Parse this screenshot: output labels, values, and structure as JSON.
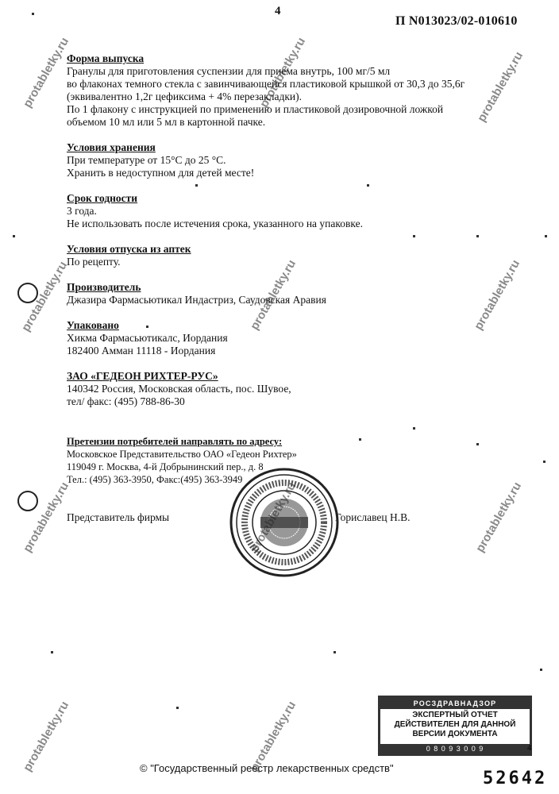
{
  "header": {
    "page_number": "4",
    "registration_number": "П N013023/02-010610"
  },
  "sections": [
    {
      "heading": "Форма выпуска",
      "lines": [
        "Гранулы для приготовления суспензии для приема внутрь, 100 мг/5 мл",
        "во флаконах темного стекла с завинчивающейся пластиковой крышкой от 30,3 до 35,6г",
        "(эквивалентно 1,2г цефиксима + 4% перезакладки).",
        "По 1 флакону с инструкцией по применению и пластиковой дозировочной ложкой",
        "объемом 10 мл или 5 мл в картонной пачке."
      ]
    },
    {
      "heading": "Условия хранения",
      "lines": [
        "При температуре от 15°С до 25 °С.",
        "Хранить в недоступном для детей месте!"
      ]
    },
    {
      "heading": "Срок годности",
      "lines": [
        "3 года.",
        "Не использовать после истечения срока, указанного на упаковке."
      ]
    },
    {
      "heading": "Условия отпуска из аптек",
      "lines": [
        "По рецепту."
      ]
    },
    {
      "heading": "Производитель",
      "lines": [
        "Джазира Фармасьютикал Индастриз, Саудовская Аравия"
      ]
    },
    {
      "heading": "Упаковано",
      "lines": [
        "Хикма Фармасьютикалс, Иордания",
        "182400 Амман 11118 - Иордания"
      ]
    },
    {
      "heading": "ЗАО «ГЕДЕОН РИХТЕР-РУС»",
      "lines": [
        "140342 Россия, Московская область, пос. Шувое,",
        "тел/ факс: (495) 788-86-30"
      ]
    },
    {
      "heading": "Претензии потребителей направлять по адресу:",
      "lines": [
        "Московское Представительство ОАО «Гедеон Рихтер»",
        "119049 г. Москва, 4-й Добрынинский пер., д. 8",
        "Тел.: (495) 363-3950, Факс:(495) 363-3949"
      ]
    }
  ],
  "representative": {
    "label": "Представитель фирмы",
    "name": "Гориславец Н.В."
  },
  "footer": {
    "copyright": "© \"Государственный реестр лекарственных средств\"",
    "doc_code": "52642"
  },
  "stamp": {
    "band": "РОСЗДРАВНАДЗОР",
    "line1": "ЭКСПЕРТНЫЙ ОТЧЕТ",
    "line2": "ДЕЙСТВИТЕЛЕН ДЛЯ ДАННОЙ",
    "line3": "ВЕРСИИ ДОКУМЕНТА",
    "date": "0 8 0 9 3 0 0 9",
    "page": "4"
  },
  "watermark": "protabletky.ru"
}
